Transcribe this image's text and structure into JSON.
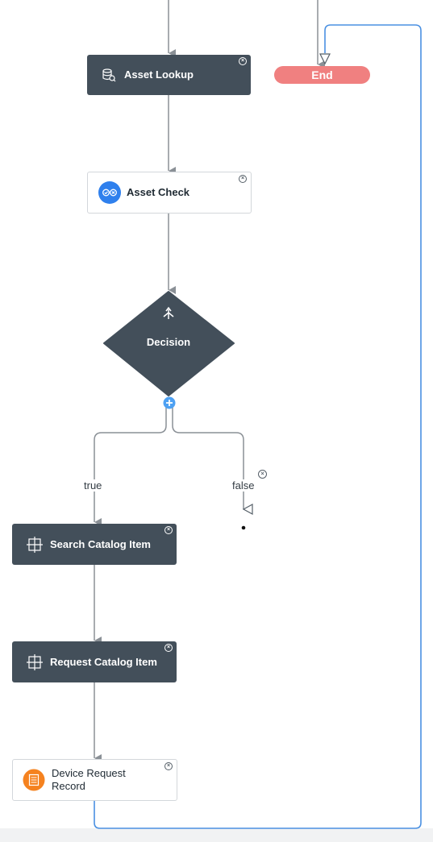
{
  "nodes": {
    "asset_lookup": {
      "label": "Asset Lookup",
      "icon": "database-icon"
    },
    "asset_check": {
      "label": "Asset Check",
      "icon": "asset-check-icon"
    },
    "decision": {
      "label": "Decision",
      "icon": "decision-split-icon"
    },
    "search_catalog": {
      "label": "Search Catalog Item",
      "icon": "catalog-icon"
    },
    "request_catalog": {
      "label": "Request Catalog Item",
      "icon": "catalog-icon"
    },
    "device_request": {
      "label": "Device Request Record",
      "icon": "record-icon"
    },
    "end": {
      "label": "End"
    }
  },
  "branches": {
    "true_label": "true",
    "false_label": "false"
  },
  "colors": {
    "dark_node": "#434f5a",
    "end_pill": "#f08080",
    "connector": "#8a9096",
    "loop_connector": "#4a90e2",
    "accent_blue": "#2f80ed",
    "accent_orange": "#f5821f"
  }
}
